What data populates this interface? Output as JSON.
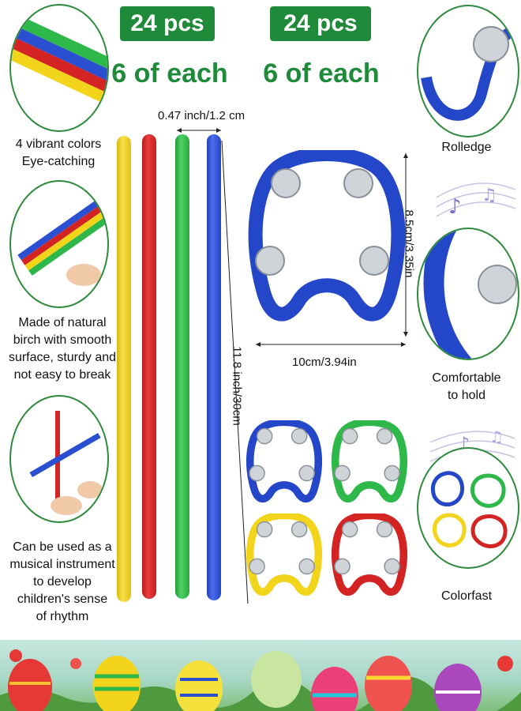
{
  "badges": [
    {
      "count": "24 pcs",
      "sub": "6 of each"
    },
    {
      "count": "24 pcs",
      "sub": "6 of each"
    }
  ],
  "features_left": [
    "4 vibrant colors\nEye-catching",
    "Made of natural\nbirch with smooth\nsurface, sturdy and\nnot easy to break",
    "Can be used as a\nmusical instrument\nto develop\nchildren's sense\nof rhythm"
  ],
  "features_right": [
    "Rolledge",
    "Comfortable\nto hold",
    "Colorfast"
  ],
  "dimensions": {
    "stick_diameter": "0.47 inch/1.2 cm",
    "stick_length": "11.8 inch/30cm",
    "tambourine_height": "8.5cm/3.35in",
    "tambourine_width": "10cm/3.94in"
  },
  "colors": {
    "badge_green": "#1f8a3a",
    "yellow": "#f2d41a",
    "red": "#d42323",
    "green": "#2fb84a",
    "blue": "#2a4fd1",
    "frame_blue": "#2446c8"
  }
}
